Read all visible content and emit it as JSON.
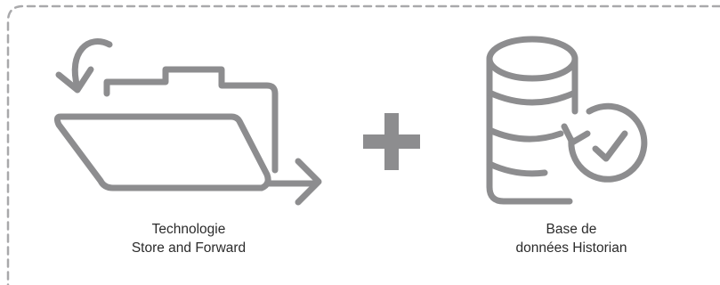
{
  "colors": {
    "icon_stroke": "#8d8d8f",
    "plus": "#8d8d8f",
    "border_dash": "#a9a9ab",
    "text": "#2b2b2b"
  },
  "left_item": {
    "icon": "folder-store-and-forward-icon",
    "caption_line1": "Technologie",
    "caption_line2": "Store and Forward"
  },
  "operator": {
    "icon": "plus-icon"
  },
  "right_item": {
    "icon": "database-history-check-icon",
    "caption_line1": "Base de",
    "caption_line2": "données Historian"
  }
}
